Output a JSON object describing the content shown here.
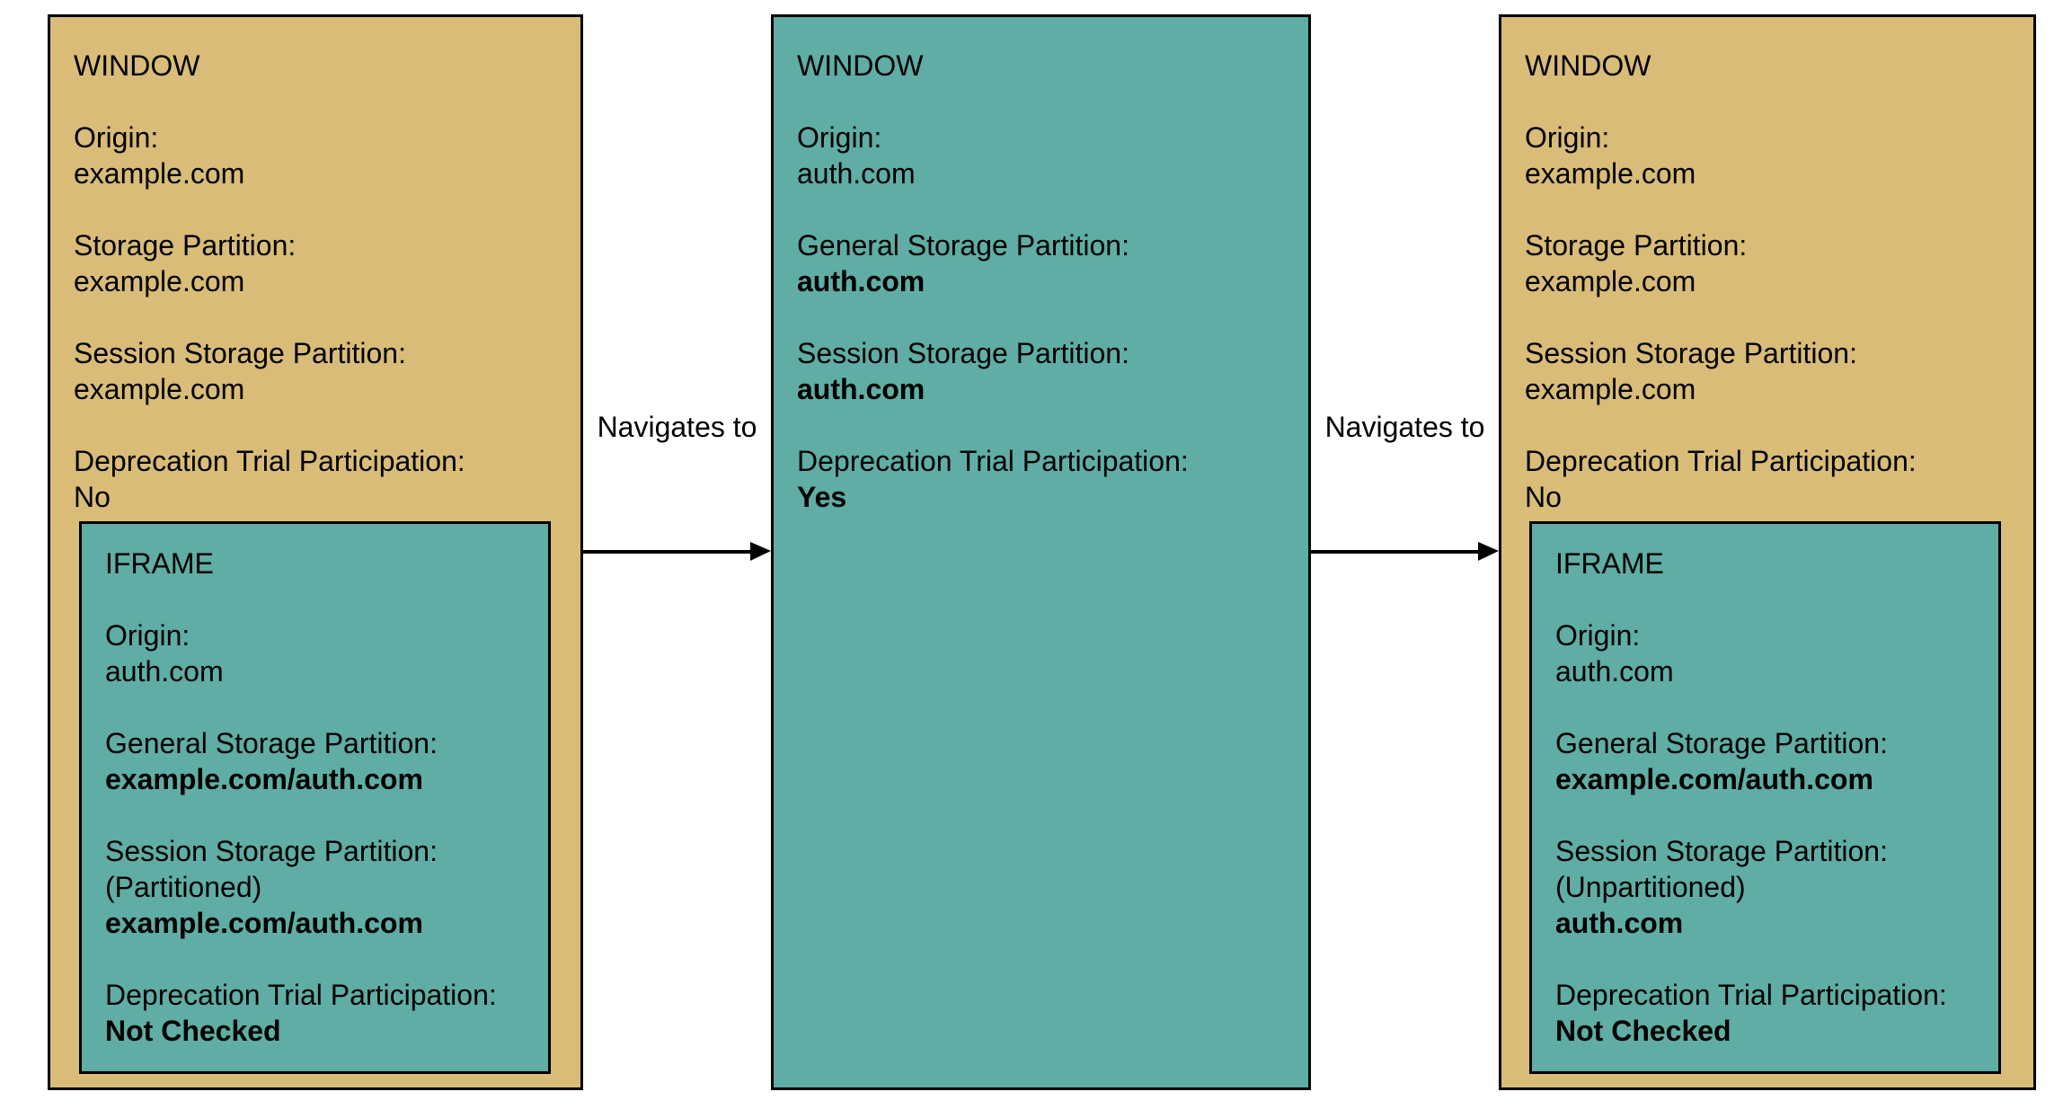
{
  "diagram": {
    "colors": {
      "background": "#ffffff",
      "window_fill": "#d8bc78",
      "iframe_fill": "#5fada4",
      "border": "#000000",
      "text": "#000000"
    },
    "windows": [
      {
        "title": "WINDOW",
        "fields": [
          {
            "label": "Origin:",
            "lines": [
              {
                "text": "example.com",
                "bold": false
              }
            ]
          },
          {
            "label": "Storage Partition:",
            "lines": [
              {
                "text": "example.com",
                "bold": false
              }
            ]
          },
          {
            "label": "Session Storage Partition:",
            "lines": [
              {
                "text": "example.com",
                "bold": false
              }
            ]
          },
          {
            "label": "Deprecation Trial Participation:",
            "lines": [
              {
                "text": "No",
                "bold": false
              }
            ]
          }
        ],
        "iframe": {
          "title": "IFRAME",
          "fields": [
            {
              "label": "Origin:",
              "lines": [
                {
                  "text": "auth.com",
                  "bold": false
                }
              ]
            },
            {
              "label": "General Storage Partition:",
              "lines": [
                {
                  "text": "example.com/auth.com",
                  "bold": true
                }
              ]
            },
            {
              "label": "Session Storage Partition:",
              "lines": [
                {
                  "text": "(Partitioned)",
                  "bold": false
                },
                {
                  "text": "example.com/auth.com",
                  "bold": true
                }
              ]
            },
            {
              "label": "Deprecation Trial Participation:",
              "lines": [
                {
                  "text": "Not Checked",
                  "bold": true
                }
              ]
            }
          ]
        }
      },
      {
        "title": "WINDOW",
        "fields": [
          {
            "label": "Origin:",
            "lines": [
              {
                "text": "auth.com",
                "bold": false
              }
            ]
          },
          {
            "label": "General Storage Partition:",
            "lines": [
              {
                "text": "auth.com",
                "bold": true
              }
            ]
          },
          {
            "label": "Session Storage Partition:",
            "lines": [
              {
                "text": "auth.com",
                "bold": true
              }
            ]
          },
          {
            "label": "Deprecation Trial Participation:",
            "lines": [
              {
                "text": "Yes",
                "bold": true
              }
            ]
          }
        ]
      },
      {
        "title": "WINDOW",
        "fields": [
          {
            "label": "Origin:",
            "lines": [
              {
                "text": "example.com",
                "bold": false
              }
            ]
          },
          {
            "label": "Storage Partition:",
            "lines": [
              {
                "text": "example.com",
                "bold": false
              }
            ]
          },
          {
            "label": "Session Storage Partition:",
            "lines": [
              {
                "text": "example.com",
                "bold": false
              }
            ]
          },
          {
            "label": "Deprecation Trial Participation:",
            "lines": [
              {
                "text": "No",
                "bold": false
              }
            ]
          }
        ],
        "iframe": {
          "title": "IFRAME",
          "fields": [
            {
              "label": "Origin:",
              "lines": [
                {
                  "text": "auth.com",
                  "bold": false
                }
              ]
            },
            {
              "label": "General Storage Partition:",
              "lines": [
                {
                  "text": "example.com/auth.com",
                  "bold": true
                }
              ]
            },
            {
              "label": "Session Storage Partition:",
              "lines": [
                {
                  "text": "(Unpartitioned)",
                  "bold": false
                },
                {
                  "text": "auth.com",
                  "bold": true
                }
              ]
            },
            {
              "label": "Deprecation Trial Participation:",
              "lines": [
                {
                  "text": "Not Checked",
                  "bold": true
                }
              ]
            }
          ]
        }
      }
    ],
    "connectors": [
      {
        "label": "Navigates to"
      },
      {
        "label": "Navigates to"
      }
    ]
  }
}
